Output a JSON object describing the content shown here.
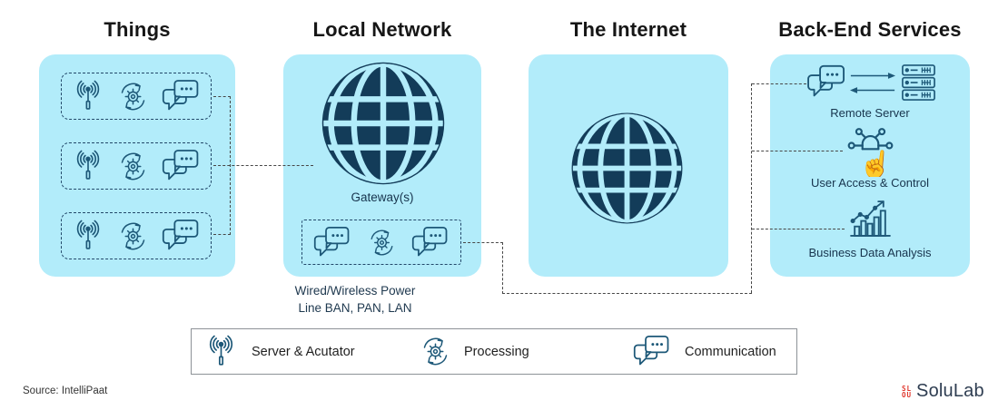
{
  "diagram": {
    "columns": [
      {
        "title": "Things"
      },
      {
        "title": "Local Network",
        "globe_label": "Gateway(s)",
        "caption": [
          "Wired/Wireless Power",
          "Line BAN, PAN, LAN"
        ]
      },
      {
        "title": "The Internet"
      },
      {
        "title": "Back-End Services",
        "services": [
          {
            "icon": "chat-arrows-server-icon",
            "label": "Remote Server"
          },
          {
            "icon": "user-access-icon",
            "label": "User Access & Control"
          },
          {
            "icon": "bar-chart-icon",
            "label": "Business Data Analysis"
          }
        ]
      }
    ],
    "thing_row_icons": [
      "antenna-icon",
      "gear-cycle-icon",
      "chat-icon"
    ],
    "gateway_row_icons": [
      "chat-icon",
      "gear-cycle-icon",
      "chat-icon"
    ]
  },
  "legend": {
    "items": [
      {
        "icon": "antenna-icon",
        "label": "Server & Acutator"
      },
      {
        "icon": "gear-cycle-icon",
        "label": "Processing"
      },
      {
        "icon": "chat-icon",
        "label": "Communication"
      }
    ]
  },
  "footer": {
    "source": "Source: IntelliPaat",
    "brand_name": "SoluLab",
    "brand_mark_line1": "SL",
    "brand_mark_line2": "OU"
  },
  "colors": {
    "panel_bg": "#b2ecfa",
    "globe_fill": "#133c59",
    "icon_stroke": "#1d5878",
    "connector": "#474747",
    "brand_red": "#e0352b",
    "brand_navy": "#2e3d51"
  }
}
